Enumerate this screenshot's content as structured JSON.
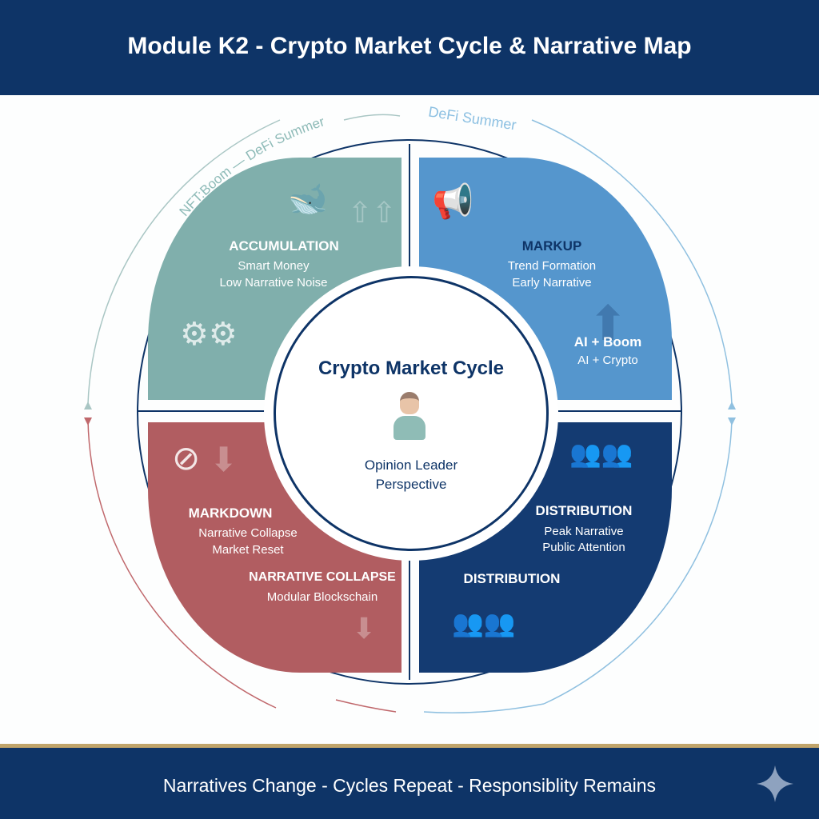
{
  "title": "Module K2 - Crypto Market Cycle & Narrative Map",
  "footer": "Narratives Change - Cycles Repeat - Responsiblity Remains",
  "outer_labels": {
    "left_arc": [
      "DeFi Summer",
      "NFT:Boom"
    ],
    "top_right": "DeFi Summer"
  },
  "center": {
    "title": "Crypto Market Cycle",
    "sub1": "Opinion Leader",
    "sub2": "Perspective"
  },
  "accumulation": {
    "title": "ACCUMULATION",
    "l1": "Smart Money",
    "l2": "Low Narrative Noise"
  },
  "markup": {
    "title": "MARKUP",
    "l1": "Trend Formation",
    "l2": "Early Narrative",
    "n_title": "AI + Boom",
    "n_sub": "AI + Crypto"
  },
  "markdown": {
    "title": "MARKDOWN",
    "l1": "Narrative Collapse",
    "l2": "Market Reset",
    "n_title": "NARRATIVE COLLAPSE",
    "n_sub": "Modular Blockschain"
  },
  "distribution": {
    "title": "DISTRIBUTION",
    "l1": "Peak Narrative",
    "l2": "Public Attention",
    "n_title": "DISTRIBUTION"
  },
  "colors": {
    "navy": "#0e3467",
    "teal": "#80afac",
    "blue": "#5596cd",
    "red": "#b15d61",
    "dark": "#143b72",
    "gold": "#c0a46a"
  }
}
